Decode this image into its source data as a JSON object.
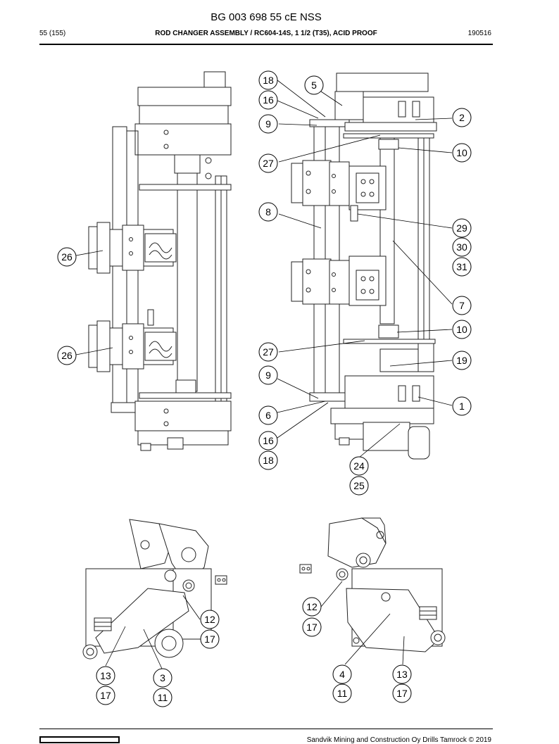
{
  "header": {
    "doc_code": "BG 003 698 55 cE NSS",
    "page": "55 (155)",
    "title": "ROD CHANGER ASSEMBLY / RC604-14S, 1 1/2 (T35), ACID PROOF",
    "date": "190516"
  },
  "footer": {
    "copyright": "Sandvik Mining and Construction Oy Drills Tamrock © 2019"
  },
  "callouts": [
    {
      "id": "c18a",
      "label": "18"
    },
    {
      "id": "c5",
      "label": "5"
    },
    {
      "id": "c16a",
      "label": "16"
    },
    {
      "id": "c2",
      "label": "2"
    },
    {
      "id": "c9a",
      "label": "9"
    },
    {
      "id": "c10a",
      "label": "10"
    },
    {
      "id": "c27a",
      "label": "27"
    },
    {
      "id": "c8",
      "label": "8"
    },
    {
      "id": "c29",
      "label": "29"
    },
    {
      "id": "c30",
      "label": "30"
    },
    {
      "id": "c26a",
      "label": "26"
    },
    {
      "id": "c31",
      "label": "31"
    },
    {
      "id": "c7",
      "label": "7"
    },
    {
      "id": "c10b",
      "label": "10"
    },
    {
      "id": "c26b",
      "label": "26"
    },
    {
      "id": "c27b",
      "label": "27"
    },
    {
      "id": "c19",
      "label": "19"
    },
    {
      "id": "c9b",
      "label": "9"
    },
    {
      "id": "c1",
      "label": "1"
    },
    {
      "id": "c6",
      "label": "6"
    },
    {
      "id": "c16b",
      "label": "16"
    },
    {
      "id": "c18b",
      "label": "18"
    },
    {
      "id": "c24",
      "label": "24"
    },
    {
      "id": "c25",
      "label": "25"
    },
    {
      "id": "c12a",
      "label": "12"
    },
    {
      "id": "c17a",
      "label": "17"
    },
    {
      "id": "c12b",
      "label": "12"
    },
    {
      "id": "c17b",
      "label": "17"
    },
    {
      "id": "c13a",
      "label": "13"
    },
    {
      "id": "c3",
      "label": "3"
    },
    {
      "id": "c4",
      "label": "4"
    },
    {
      "id": "c13b",
      "label": "13"
    },
    {
      "id": "c17c",
      "label": "17"
    },
    {
      "id": "c11a",
      "label": "11"
    },
    {
      "id": "c11b",
      "label": "11"
    },
    {
      "id": "c17d",
      "label": "17"
    }
  ]
}
